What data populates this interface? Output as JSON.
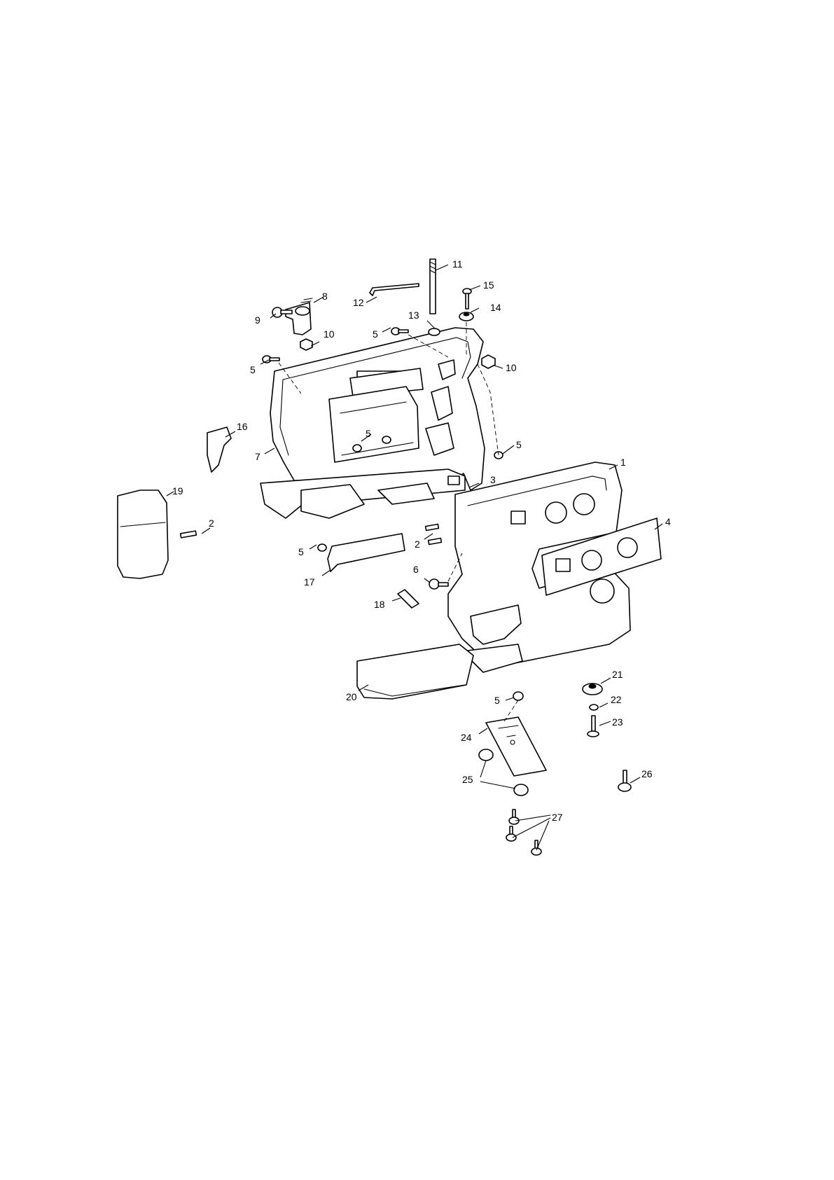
{
  "diagram": {
    "callouts": [
      {
        "id": "c1",
        "text": "1"
      },
      {
        "id": "c2a",
        "text": "2"
      },
      {
        "id": "c2b",
        "text": "2"
      },
      {
        "id": "c3",
        "text": "3"
      },
      {
        "id": "c4",
        "text": "4"
      },
      {
        "id": "c5a",
        "text": "5"
      },
      {
        "id": "c5b",
        "text": "5"
      },
      {
        "id": "c5c",
        "text": "5"
      },
      {
        "id": "c5d",
        "text": "5"
      },
      {
        "id": "c5e",
        "text": "5"
      },
      {
        "id": "c5f",
        "text": "5"
      },
      {
        "id": "c6",
        "text": "6"
      },
      {
        "id": "c7",
        "text": "7"
      },
      {
        "id": "c8",
        "text": "8"
      },
      {
        "id": "c9",
        "text": "9"
      },
      {
        "id": "c10a",
        "text": "10"
      },
      {
        "id": "c10b",
        "text": "10"
      },
      {
        "id": "c11",
        "text": "11"
      },
      {
        "id": "c12",
        "text": "12"
      },
      {
        "id": "c13",
        "text": "13"
      },
      {
        "id": "c14",
        "text": "14"
      },
      {
        "id": "c15",
        "text": "15"
      },
      {
        "id": "c16",
        "text": "16"
      },
      {
        "id": "c17",
        "text": "17"
      },
      {
        "id": "c18",
        "text": "18"
      },
      {
        "id": "c19",
        "text": "19"
      },
      {
        "id": "c20",
        "text": "20"
      },
      {
        "id": "c21",
        "text": "21"
      },
      {
        "id": "c22",
        "text": "22"
      },
      {
        "id": "c23",
        "text": "23"
      },
      {
        "id": "c24",
        "text": "24"
      },
      {
        "id": "c25",
        "text": "25"
      },
      {
        "id": "c26",
        "text": "26"
      },
      {
        "id": "c27",
        "text": "27"
      }
    ]
  }
}
